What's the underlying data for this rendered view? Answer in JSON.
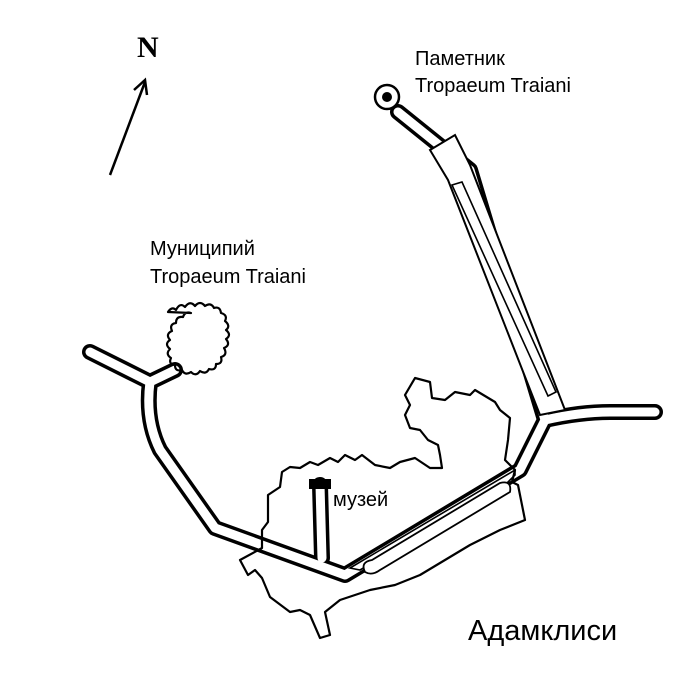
{
  "compass": {
    "label": "N"
  },
  "labels": {
    "monument_line1": "Паметник",
    "monument_line2": "Tropaeum Traiani",
    "municipium_line1": "Муниципий",
    "municipium_line2": "Tropaeum Traiani",
    "museum": "музей",
    "village": "Адамклиси"
  }
}
